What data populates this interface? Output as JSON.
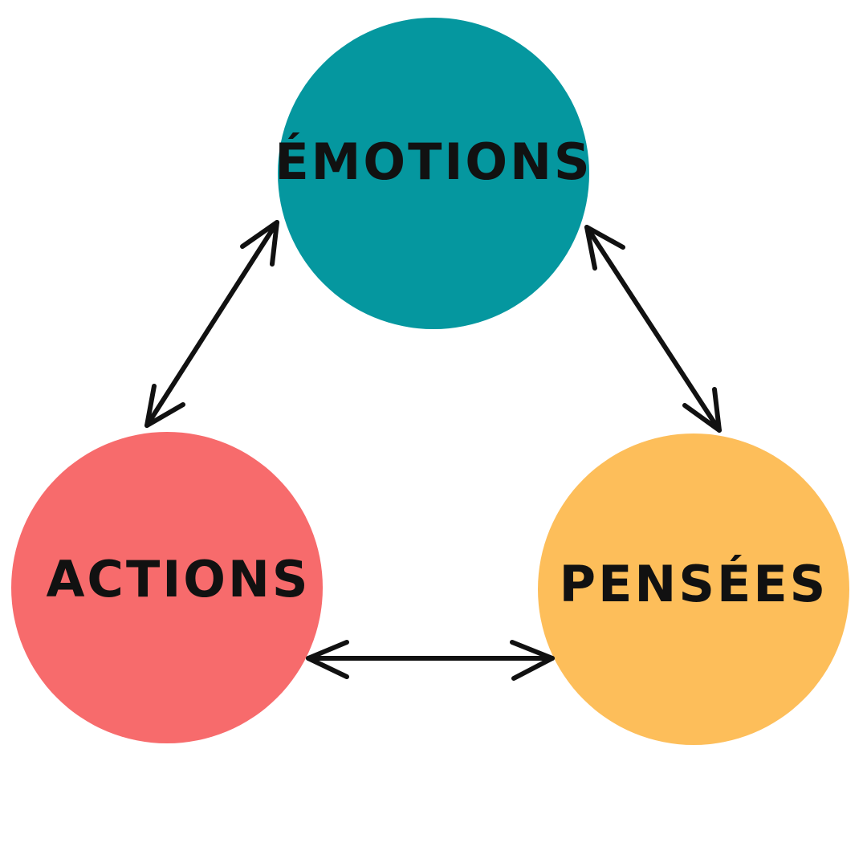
{
  "diagram": {
    "nodes": {
      "emotions": {
        "label": "ÉMOTIONS",
        "color": "#05979F"
      },
      "actions": {
        "label": "ACTIONS",
        "color": "#F76B6C"
      },
      "pensees": {
        "label": "PENSÉES",
        "color": "#FDBE5A"
      }
    },
    "edges": [
      {
        "from": "emotions",
        "to": "actions",
        "direction": "bidirectional"
      },
      {
        "from": "emotions",
        "to": "pensees",
        "direction": "bidirectional"
      },
      {
        "from": "actions",
        "to": "pensees",
        "direction": "bidirectional"
      }
    ],
    "arrow_color": "#111111"
  }
}
